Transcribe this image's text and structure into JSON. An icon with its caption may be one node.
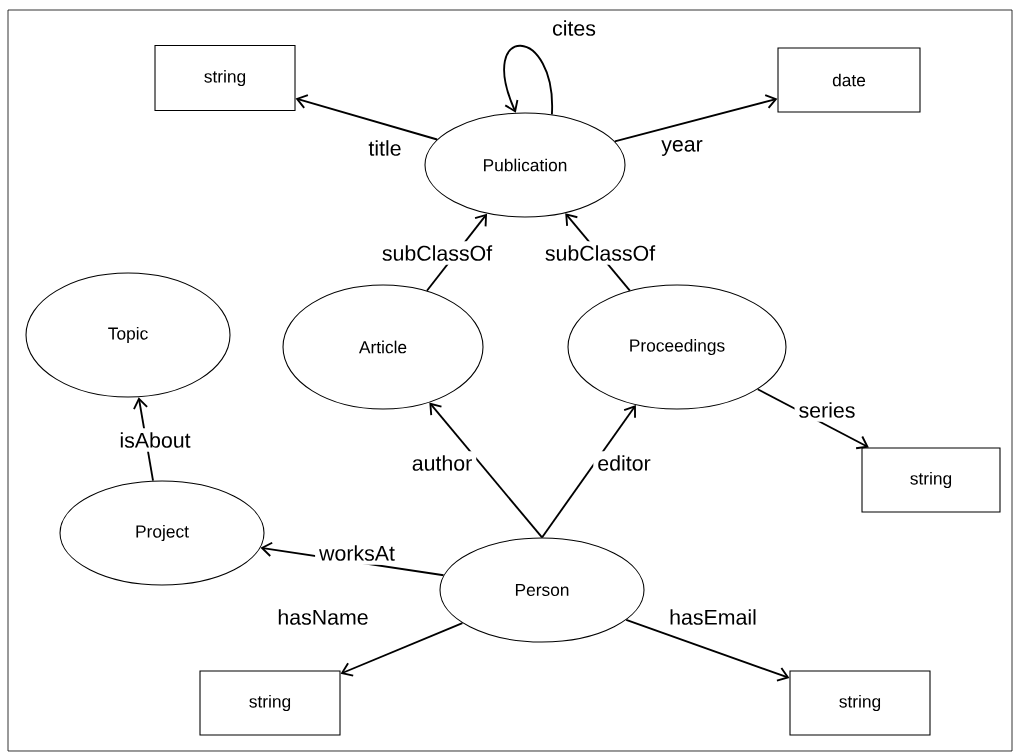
{
  "diagram": {
    "nodes": [
      {
        "text": [
          "string"
        ]
      },
      {
        "text": [
          "Publication"
        ]
      },
      {
        "text": [
          "date"
        ]
      },
      {
        "text": [
          "Topic"
        ]
      },
      {
        "text": [
          "Article"
        ]
      },
      {
        "text": [
          "Proceedings"
        ]
      },
      {
        "text": [
          "string"
        ]
      },
      {
        "text": [
          "Project"
        ]
      },
      {
        "text": [
          "Person"
        ]
      },
      {
        "text": [
          "string"
        ]
      },
      {
        "text": [
          "string"
        ]
      }
    ],
    "edges": [
      {
        "from": 1,
        "to": 0,
        "arrow": "to",
        "label": "title"
      },
      {
        "from": 1,
        "to": 1,
        "arrow": "to",
        "label": "cites"
      },
      {
        "from": 1,
        "to": 2,
        "arrow": "to",
        "label": "year"
      },
      {
        "from": 4,
        "to": 1,
        "arrow": "to",
        "label": "subClassOf"
      },
      {
        "from": 5,
        "to": 1,
        "arrow": "to",
        "label": "subClassOf"
      },
      {
        "from": 5,
        "to": 6,
        "arrow": "to",
        "label": "series"
      },
      {
        "from": 7,
        "to": 3,
        "arrow": "to",
        "label": "isAbout"
      },
      {
        "from": 8,
        "to": 4,
        "arrow": "to",
        "label": "author"
      },
      {
        "from": 8,
        "to": 5,
        "arrow": "to",
        "label": "editor"
      },
      {
        "from": 8,
        "to": 7,
        "arrow": "to",
        "label": "worksAt"
      },
      {
        "from": 8,
        "to": 9,
        "arrow": "to",
        "label": "hasName"
      },
      {
        "from": 8,
        "to": 10,
        "arrow": "to",
        "label": "hasEmail"
      }
    ]
  }
}
